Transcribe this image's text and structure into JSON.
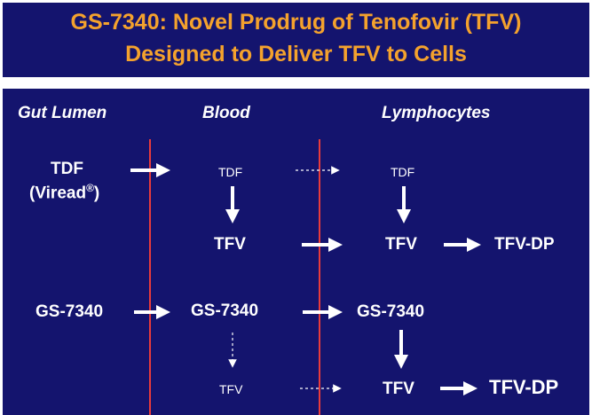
{
  "title": {
    "line1": "GS-7340: Novel Prodrug of Tenofovir (TFV)",
    "line2": "Designed to Deliver TFV to Cells"
  },
  "columns": {
    "gut": "Gut Lumen",
    "blood": "Blood",
    "lymphocytes": "Lymphocytes"
  },
  "tdf_row": {
    "gut_name": "TDF",
    "gut_brand": "(Viread",
    "gut_reg": "®",
    "gut_close": ")",
    "blood_tdf": "TDF",
    "blood_tfv": "TFV",
    "lymph_tdf": "TDF",
    "lymph_tfv": "TFV",
    "lymph_tfvdp": "TFV-DP"
  },
  "gs_row": {
    "gut_name": "GS-7340",
    "blood_name": "GS-7340",
    "blood_tfv": "TFV",
    "lymph_name": "GS-7340",
    "lymph_tfv": "TFV",
    "lymph_tfvdp": "TFV-DP"
  },
  "colors": {
    "background": "#14146e",
    "title": "#f4a22d",
    "divider": "#e83b3b",
    "text": "#ffffff"
  }
}
